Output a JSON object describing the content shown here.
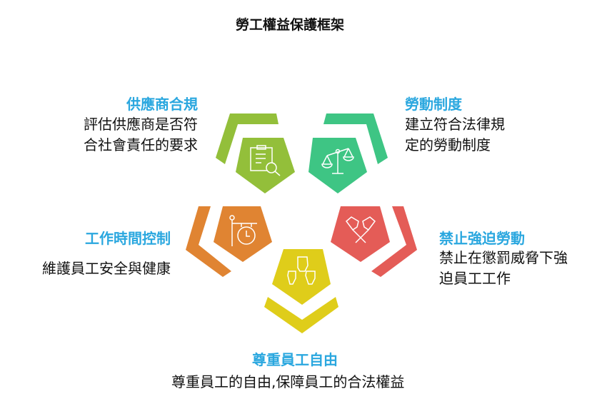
{
  "title": "勞工權益保護框架",
  "colors": {
    "lime": "#93bf3a",
    "teal": "#3ec584",
    "orange": "#e08432",
    "red": "#e45c57",
    "yellow": "#dfcd1a",
    "heading": "#2aa7df"
  },
  "items": [
    {
      "heading": "供應商合規",
      "desc1": "評估供應商是否符",
      "desc2": "合社會責任的要求",
      "icon": "clipboard-search-icon"
    },
    {
      "heading": "勞動制度",
      "desc1": "建立符合法律規",
      "desc2": "定的勞動制度",
      "icon": "scales-icon"
    },
    {
      "heading": "工作時間控制",
      "desc1": "維護員工安全與健康",
      "icon": "hanging-clock-icon"
    },
    {
      "heading": "禁止強迫勞動",
      "desc1": "禁止在懲罰威脅下強",
      "desc2": "迫員工工作",
      "icon": "crossed-arms-icon"
    },
    {
      "heading": "尊重員工自由",
      "desc1": "尊重員工的自由,保障員工的合法權益",
      "icon": "raised-fists-icon"
    }
  ]
}
